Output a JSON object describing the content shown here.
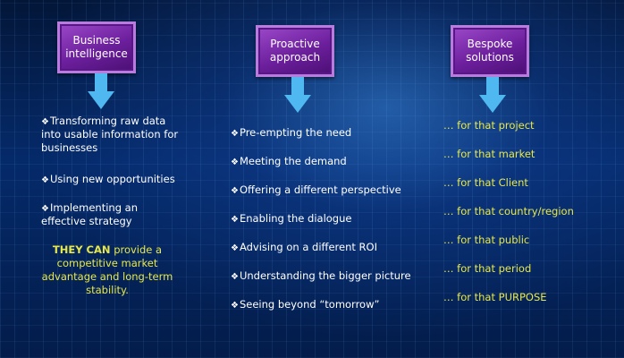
{
  "columns": [
    {
      "title_line1": "Business",
      "title_line2": "intelligence",
      "items": [
        [
          "Transforming raw data",
          "into usable information for",
          "businesses"
        ],
        [
          "Using new opportunities"
        ],
        [
          "Implementing an",
          "effective strategy"
        ]
      ],
      "highlight": {
        "bold": "THEY CAN",
        "line1_rest": "provide a",
        "line2": "competitive market",
        "line3": "advantage and long-term",
        "line4": "stability."
      }
    },
    {
      "title_line1": "Proactive",
      "title_line2": "approach",
      "items": [
        "Pre-empting the need",
        "Meeting the demand",
        "Offering a different perspective",
        "Enabling the dialogue",
        "Advising on a different ROI",
        "Understanding the bigger picture",
        "Seeing beyond “tomorrow”"
      ]
    },
    {
      "title_line1": "Bespoke",
      "title_line2": "solutions",
      "items": [
        "… for that project",
        "… for that market",
        "… for that  Client",
        "… for that  country/region",
        "… for that public",
        "… for that period",
        "… for that PURPOSE"
      ]
    }
  ],
  "bullet_glyph": "❖",
  "colors": {
    "box": "#6c1f9c",
    "arrow": "#4fb8f0",
    "highlight": "#e6e84a"
  }
}
